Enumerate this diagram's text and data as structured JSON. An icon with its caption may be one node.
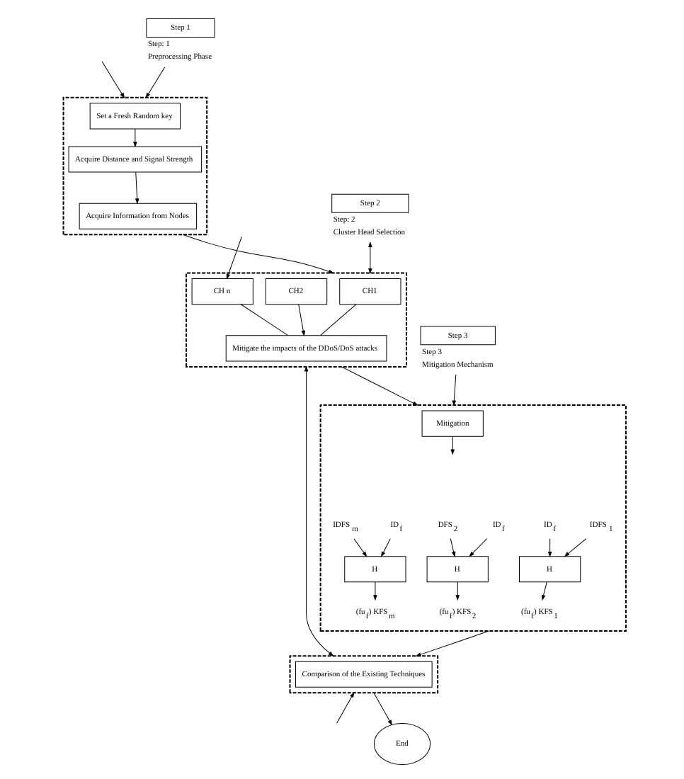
{
  "diagram": {
    "nodes": [
      {
        "text": [
          "Step 1"
        ],
        "beside": [
          "Step: 1",
          "Preprocessing Phase"
        ]
      },
      {
        "text": [],
        "shape": "box"
      },
      {
        "text": [
          "Set a Fresh Random key"
        ],
        "in": 1
      },
      {
        "text": [
          "Acquire Distance and Signal Strength"
        ],
        "in": 1
      },
      {
        "text": [
          "Acquire Information from Nodes"
        ],
        "in": 1
      },
      {
        "text": [],
        "shape": "box"
      },
      {
        "text": [
          "Mitigation"
        ],
        "in": 5
      },
      {
        "text": [
          "ID$_{f}$"
        ],
        "in": 5
      },
      {
        "text": [
          "IDFS$_{m}$"
        ],
        "in": 5
      },
      {
        "text": [
          "H"
        ],
        "in": 5
      },
      {
        "text": [
          "(fu$_{f}$) KFS$_{m}$"
        ],
        "in": 5
      },
      {
        "text": [
          "ID$_{f}$"
        ],
        "in": 5
      },
      {
        "text": [
          "DFS$_{2}$"
        ],
        "in": 5
      },
      {
        "text": [
          "H"
        ],
        "in": 5
      },
      {
        "text": [
          "(fu$_{f}$) KFS$_{2}$"
        ],
        "in": 5
      },
      {
        "text": [
          "ID$_{f}$"
        ],
        "in": 5
      },
      {
        "text": [
          "IDFS$_{1}$"
        ],
        "in": 5
      },
      {
        "text": [
          "H"
        ],
        "in": 5
      },
      {
        "text": [
          "(fu$_{f}$) KFS$_{1}$"
        ],
        "in": 5
      },
      {
        "text": [
          "Step 2"
        ],
        "beside": [
          "Step: 2",
          "Cluster Head Selection"
        ]
      },
      {
        "text": [],
        "shape": "box"
      },
      {
        "text": [
          "CH1"
        ],
        "in": 20
      },
      {
        "text": [
          "CH2"
        ],
        "in": 20
      },
      {
        "text": [
          "CH n"
        ],
        "in": 20
      },
      {
        "text": [
          "Mitigate the impacts of the DDoS/DoS attacks"
        ],
        "in": 20
      },
      {
        "text": [
          "Step 3"
        ],
        "beside": [
          "Step 3",
          "Mitigation Mechanism"
        ]
      },
      {
        "text": [],
        "shape": "box"
      },
      {
        "text": [
          "Comparison of the Existing Techniques"
        ],
        "in": 26
      },
      {
        "text": [
          "End"
        ]
      }
    ],
    "edges": [
      {
        "from": 0,
        "to": 1,
        "arrow": "to"
      },
      {
        "from": 2,
        "to": 3,
        "arrow": "to"
      },
      {
        "from": 3,
        "to": 4,
        "arrow": "to"
      },
      {
        "from": 1,
        "to": 20,
        "arrow": "to"
      },
      {
        "from": 19,
        "to": 20,
        "arrow": "both"
      },
      {
        "from": 20,
        "to": 5,
        "arrow": "to"
      },
      {
        "from": 6,
        "to": null,
        "arrow": "to"
      },
      {
        "from": 7,
        "to": 9,
        "arrow": "to"
      },
      {
        "from": 8,
        "to": 9,
        "arrow": "to"
      },
      {
        "from": 9,
        "to": 10,
        "arrow": "to"
      },
      {
        "from": 11,
        "to": 13,
        "arrow": "to"
      },
      {
        "from": 12,
        "to": 13,
        "arrow": "to"
      },
      {
        "from": 13,
        "to": 14,
        "arrow": "to"
      },
      {
        "from": 15,
        "to": 17,
        "arrow": "to"
      },
      {
        "from": 16,
        "to": 17,
        "arrow": "to"
      },
      {
        "from": 17,
        "to": 18,
        "arrow": "to"
      },
      {
        "from": 21,
        "to": 24,
        "arrow": "none"
      },
      {
        "from": 22,
        "to": 24,
        "arrow": "to"
      },
      {
        "from": 23,
        "to": 24,
        "arrow": "none"
      },
      {
        "from": null,
        "to": 1,
        "arrow": "to"
      },
      {
        "from": null,
        "to": 23,
        "arrow": "to"
      },
      {
        "from": null,
        "to": 26,
        "arrow": "to"
      },
      {
        "from": 20,
        "to": 26,
        "arrow": "both"
      },
      {
        "from": 25,
        "to": 5,
        "arrow": "to"
      },
      {
        "from": 5,
        "to": 26,
        "arrow": "to"
      },
      {
        "from": 26,
        "to": 28,
        "arrow": "to"
      }
    ]
  }
}
